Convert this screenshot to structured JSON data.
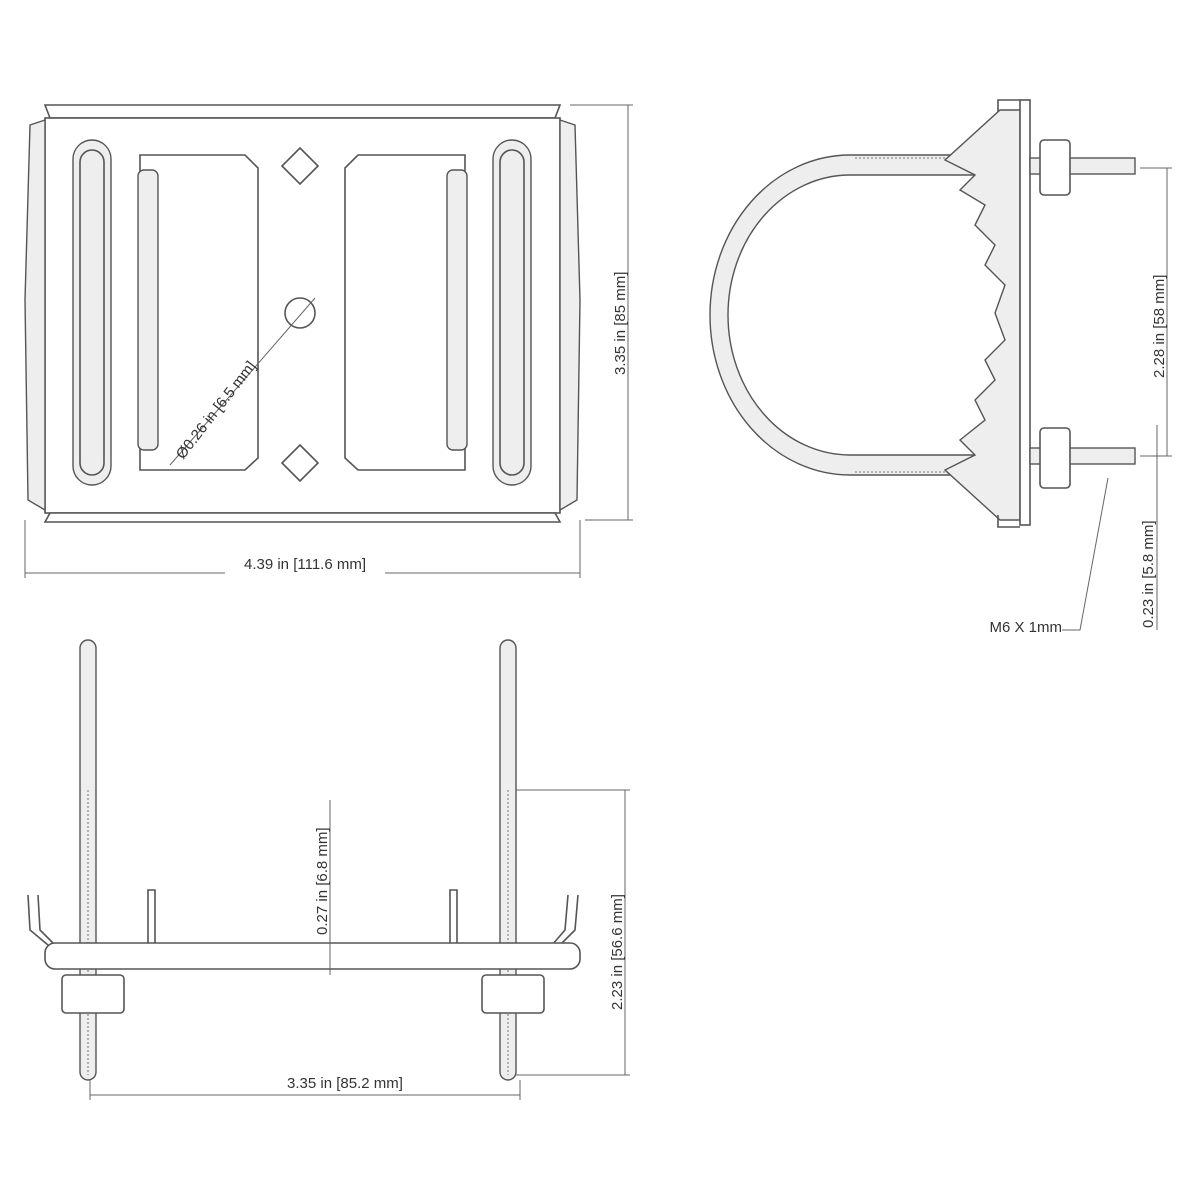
{
  "title": "Pole mount bracket technical drawing",
  "dimensions": {
    "plate_width": "4.39 in [111.6 mm]",
    "plate_height": "3.35 in [85 mm]",
    "hole_diameter": "Ø0.26 in [6.5 mm]",
    "ubolt_spacing": "2.28 in [58 mm]",
    "thread_diameter": "0.23 in [5.8 mm]",
    "thread_spec": "M6 X 1mm",
    "plate_thickness": "0.27 in [6.8 mm]",
    "thread_length": "2.23 in [56.6 mm]",
    "bolt_spacing": "3.35 in [85.2 mm]"
  }
}
